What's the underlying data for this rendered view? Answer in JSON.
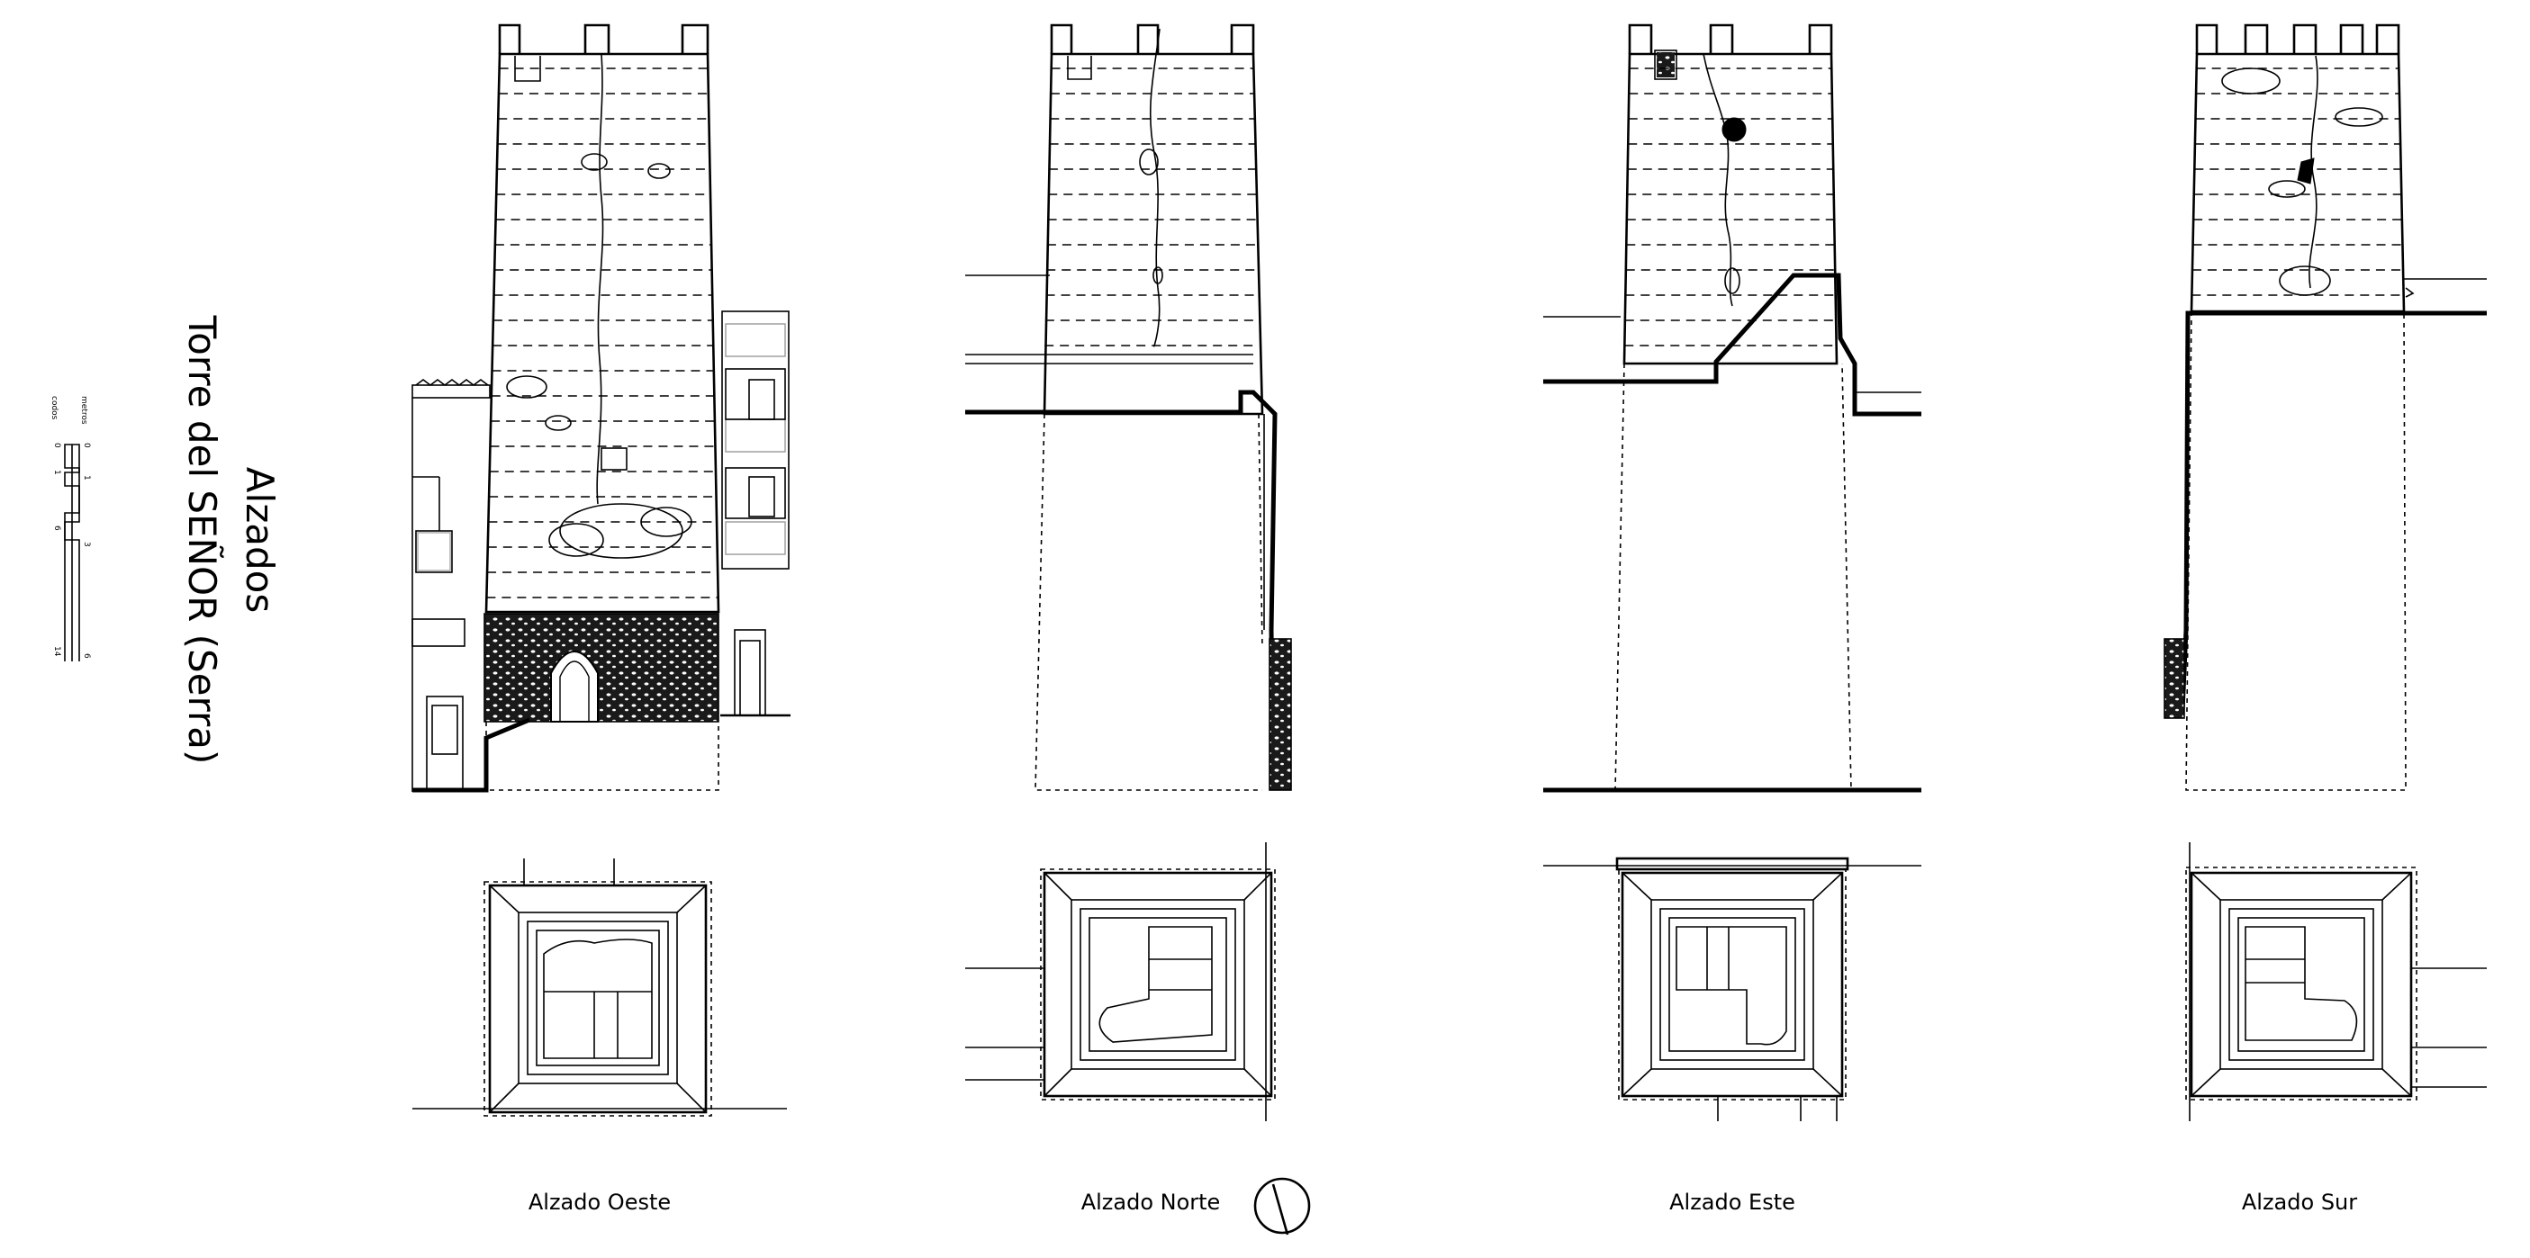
{
  "sheet": {
    "title": "Alzados",
    "subtitle": "Torre del SEÑOR (Serra)"
  },
  "scale_bar": {
    "unit_metros": "metros",
    "unit_codos": "codos",
    "metros_ticks": [
      "0",
      "1",
      "3",
      "6"
    ],
    "codos_ticks": [
      "0",
      "1",
      "6",
      "14"
    ]
  },
  "elevations": [
    {
      "label": "Alzado Oeste"
    },
    {
      "label": "Alzado Norte"
    },
    {
      "label": "Alzado Este"
    },
    {
      "label": "Alzado Sur"
    }
  ],
  "north_arrow": {
    "icon": "north-arrow-icon"
  },
  "colors": {
    "ink": "#000000",
    "paper": "#ffffff"
  }
}
